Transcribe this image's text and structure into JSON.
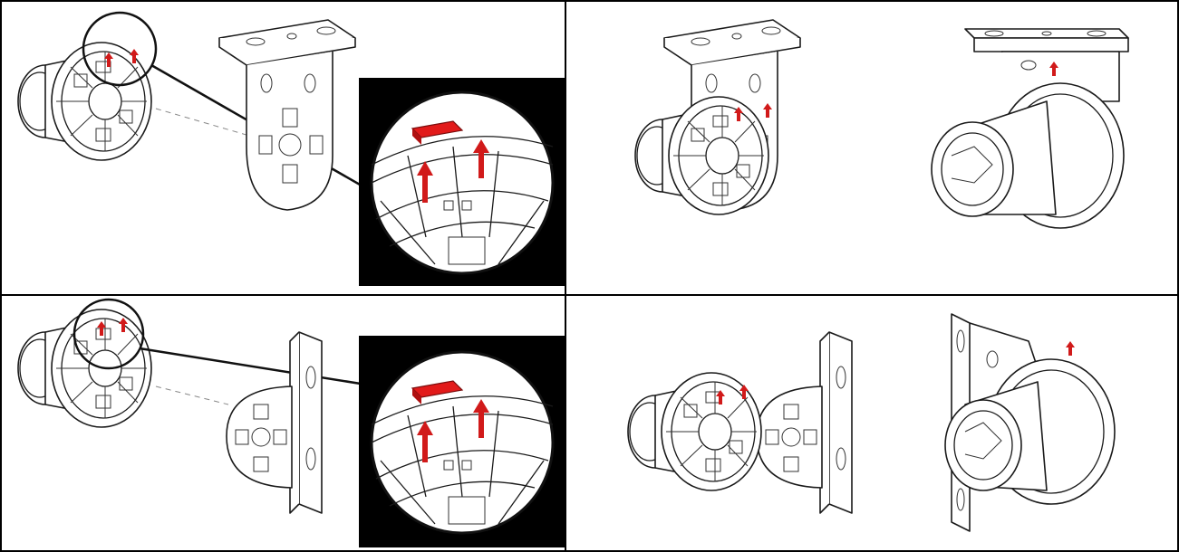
{
  "figure": {
    "panels": [
      {
        "id": "top-left",
        "step": "align-end-cap-tabs-with-ceiling-bracket"
      },
      {
        "id": "top-right",
        "step": "end-cap-clipped-into-ceiling-bracket"
      },
      {
        "id": "bottom-left",
        "step": "align-end-cap-tabs-with-wall-bracket"
      },
      {
        "id": "bottom-right",
        "step": "end-cap-clipped-into-wall-bracket"
      }
    ]
  },
  "colors": {
    "accent_arrow": "#d11a1a",
    "tab_highlight": "#e21a1a",
    "line": "#1a1a1a",
    "zoom_background": "#000000",
    "panel_border": "#000000"
  },
  "icons": [
    "red-up-arrow-icon",
    "zoom-circle-icon"
  ]
}
